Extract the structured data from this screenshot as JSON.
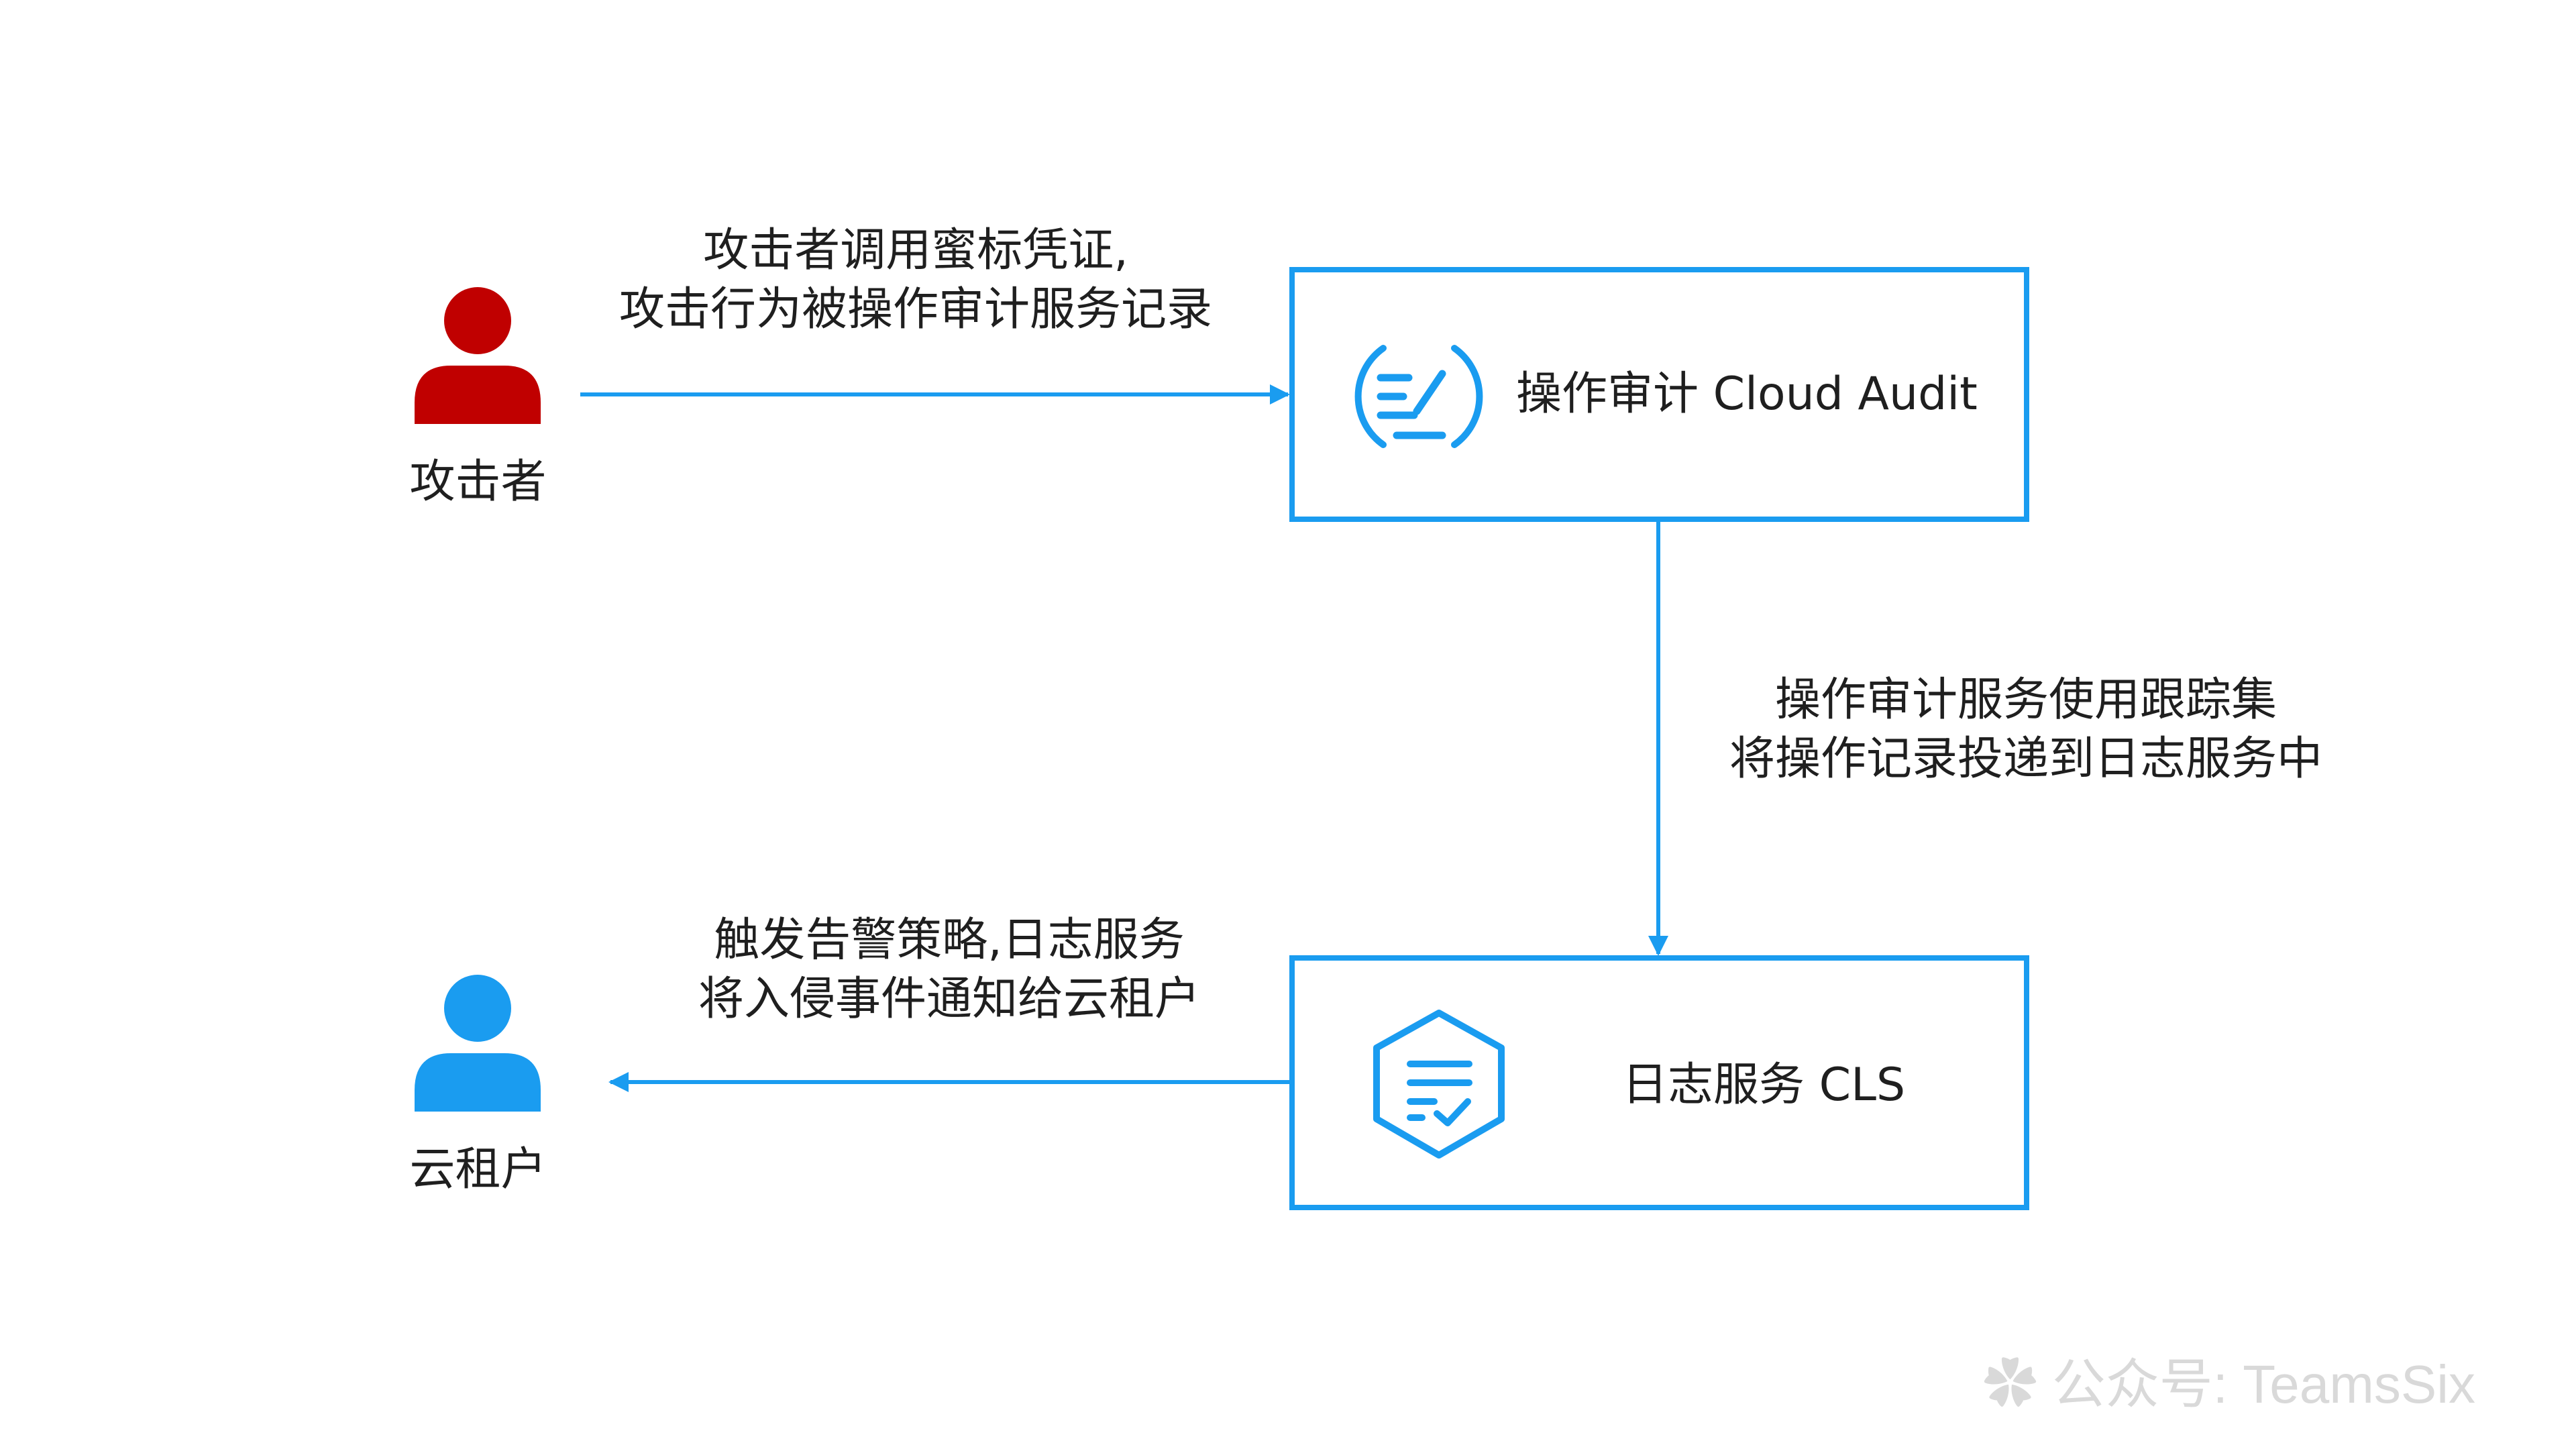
{
  "attacker": {
    "label": "攻击者",
    "color": "#c00000"
  },
  "tenant": {
    "label": "云租户",
    "color": "#1a9cf0"
  },
  "cloud_audit": {
    "label": "操作审计 Cloud Audit",
    "icon": "audit-icon"
  },
  "cls": {
    "label": "日志服务 CLS",
    "icon": "log-service-icon"
  },
  "edges": {
    "attacker_to_audit": {
      "line1": "攻击者调用蜜标凭证,",
      "line2": "攻击行为被操作审计服务记录"
    },
    "audit_to_cls": {
      "line1": "操作审计服务使用跟踪集",
      "line2": "将操作记录投递到日志服务中"
    },
    "cls_to_tenant": {
      "line1": "触发告警策略,日志服务",
      "line2": "将入侵事件通知给云租户"
    }
  },
  "watermark": {
    "text": "公众号: TeamsSix"
  },
  "colors": {
    "accent": "#1a9cf0",
    "attacker": "#c00000",
    "text": "#1f1f1f"
  }
}
